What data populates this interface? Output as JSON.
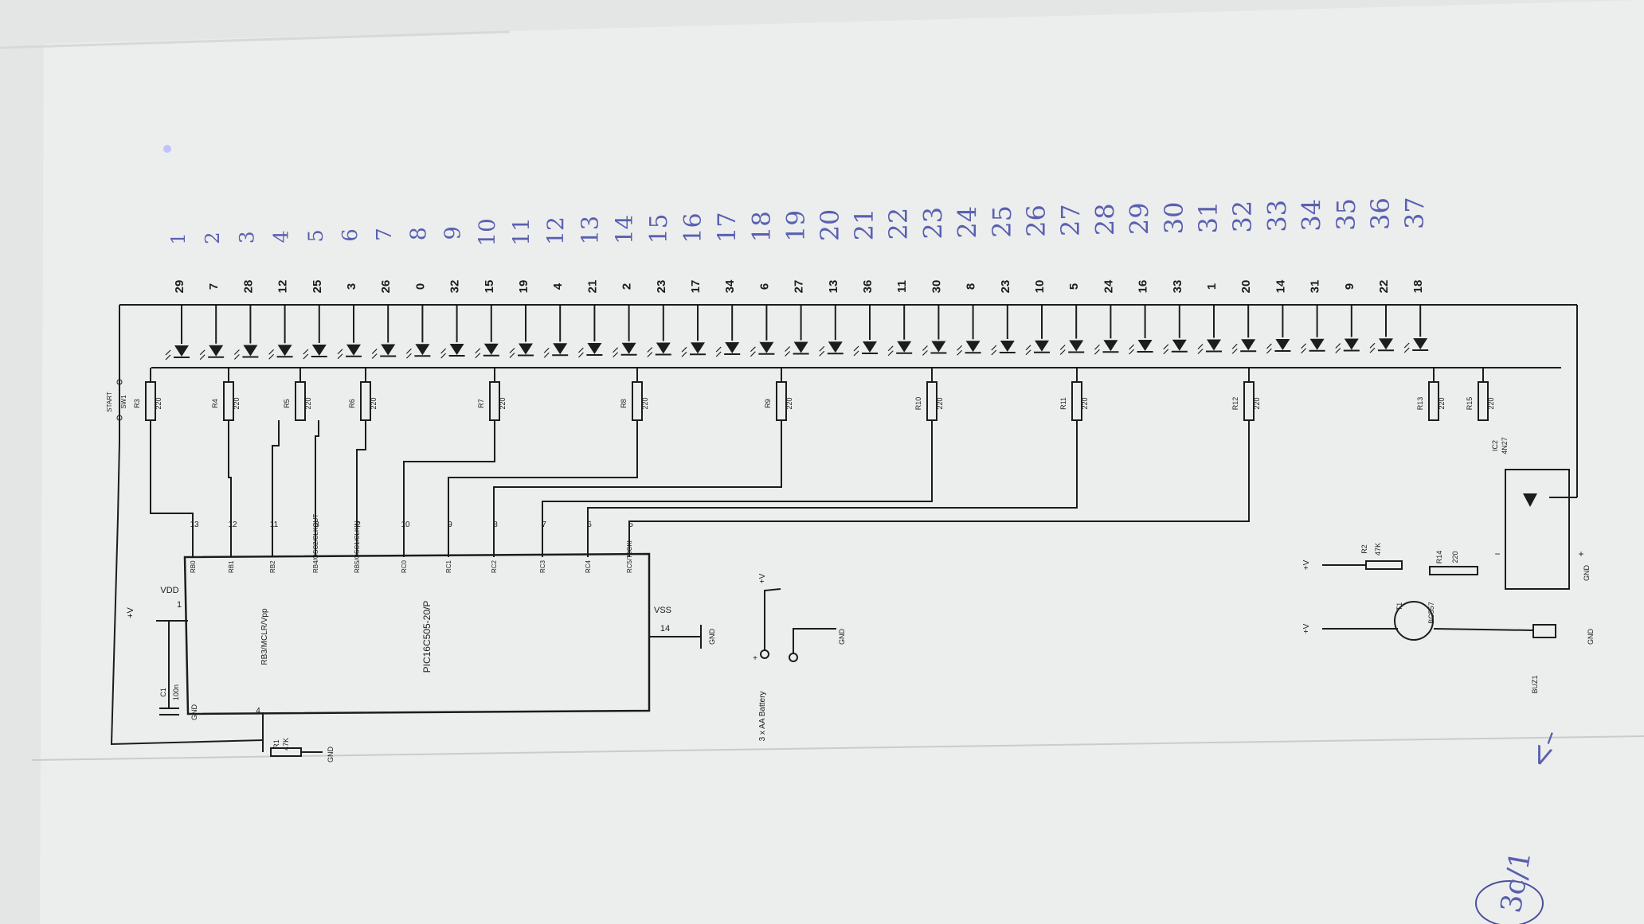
{
  "schematic": {
    "printed_numbers": [
      "29",
      "7",
      "28",
      "12",
      "25",
      "3",
      "26",
      "0",
      "32",
      "15",
      "19",
      "4",
      "21",
      "2",
      "23",
      "17",
      "34",
      "6",
      "27",
      "13",
      "36",
      "11",
      "30",
      "8",
      "23",
      "10",
      "5",
      "24",
      "16",
      "33",
      "1",
      "20",
      "14",
      "31",
      "9",
      "22",
      "18"
    ],
    "handwritten_numbers": [
      "1",
      "2",
      "3",
      "4",
      "5",
      "6",
      "7",
      "8",
      "9",
      "10",
      "11",
      "12",
      "13",
      "14",
      "15",
      "16",
      "17",
      "18",
      "19",
      "20",
      "21",
      "22",
      "23",
      "24",
      "25",
      "26",
      "27",
      "28",
      "29",
      "30",
      "31",
      "32",
      "33",
      "34",
      "35",
      "36",
      "37"
    ],
    "resistors": [
      {
        "name": "R3",
        "value": "220"
      },
      {
        "name": "R4",
        "value": "220"
      },
      {
        "name": "R5",
        "value": "220"
      },
      {
        "name": "R6",
        "value": "220"
      },
      {
        "name": "R7",
        "value": "220"
      },
      {
        "name": "R8",
        "value": "220"
      },
      {
        "name": "R9",
        "value": "220"
      },
      {
        "name": "R10",
        "value": "220"
      },
      {
        "name": "R11",
        "value": "220"
      },
      {
        "name": "R12",
        "value": "220"
      },
      {
        "name": "R13",
        "value": "220"
      },
      {
        "name": "R15",
        "value": "220"
      }
    ],
    "ic_label": "PIC16C505-20/P",
    "ic_pins": [
      {
        "num": "13",
        "name": "RB0"
      },
      {
        "num": "12",
        "name": "RB1"
      },
      {
        "num": "11",
        "name": "RB2"
      },
      {
        "num": "3",
        "name": "RB4/OSC2/CLKOUT"
      },
      {
        "num": "2",
        "name": "RB5/OSC1/CLKIN"
      },
      {
        "num": "10",
        "name": "RC0"
      },
      {
        "num": "9",
        "name": "RC1"
      },
      {
        "num": "8",
        "name": "RC2"
      },
      {
        "num": "7",
        "name": "RC3"
      },
      {
        "num": "6",
        "name": "RC4"
      },
      {
        "num": "5",
        "name": "RC5/T0CKI"
      }
    ],
    "ic_other": {
      "vdd": "VDD",
      "vdd_pin": "1",
      "vss": "VSS",
      "vss_pin": "14",
      "mclr": "RB3/MCLR/Vpp",
      "mclr_pin": "4"
    },
    "cap": {
      "name": "C1",
      "value": "100n"
    },
    "r1": {
      "name": "R1",
      "value": "47K"
    },
    "switch": {
      "name": "START",
      "ref": "SW1"
    },
    "battery": "3 x AA Battery",
    "transistor": {
      "name": "T1",
      "type": "BC557"
    },
    "r2": {
      "name": "R2",
      "value": "47K"
    },
    "r14": {
      "name": "R14",
      "value": "220"
    },
    "ic2": {
      "name": "IC2",
      "type": "4N27"
    },
    "buzzer": "BUZ1",
    "gnd": "GND",
    "vplus": "+V",
    "marks": {
      "plus": "+",
      "minus": "−",
      "arrow": "<–"
    },
    "corner": {
      "note": "3c/1"
    }
  },
  "colors": {
    "paper": "#eceeee",
    "ink": "#1c1c1c",
    "hand": "#5a60b0"
  }
}
